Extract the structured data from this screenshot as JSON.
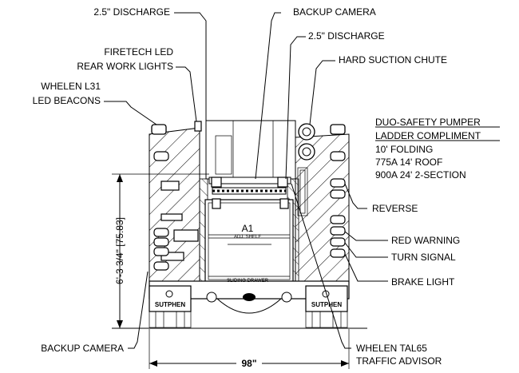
{
  "callouts": {
    "discharge_left": "2.5\" DISCHARGE",
    "backup_camera_top": "BACKUP CAMERA",
    "discharge_right": "2.5\" DISCHARGE",
    "work_lights_1": "FIRETECH LED",
    "work_lights_2": "REAR WORK LIGHTS",
    "hard_suction": "HARD SUCTION CHUTE",
    "beacons_1": "WHELEN L31",
    "beacons_2": "LED BEACONS",
    "reverse": "REVERSE",
    "red_warning": "RED WARNING",
    "turn_signal": "TURN SIGNAL",
    "brake_light": "BRAKE LIGHT",
    "backup_camera_bottom": "BACKUP CAMERA",
    "traffic_1": "WHELEN TAL65",
    "traffic_2": "TRAFFIC ADVISOR"
  },
  "ladder_box": {
    "title_1": "DUO-SAFETY PUMPER",
    "title_2": "LADDER COMPLIMENT",
    "items": [
      "10' FOLDING",
      "775A 14' ROOF",
      "900A 24' 2-SECTION"
    ]
  },
  "dimensions": {
    "height": "6'-3 3/4\" [75.83]",
    "width": "98\""
  },
  "compartment": {
    "label": "A1",
    "shelf": "ADJ. SHELF",
    "drawer": "SLIDING DRAWER"
  },
  "brand": "SUTPHEN"
}
